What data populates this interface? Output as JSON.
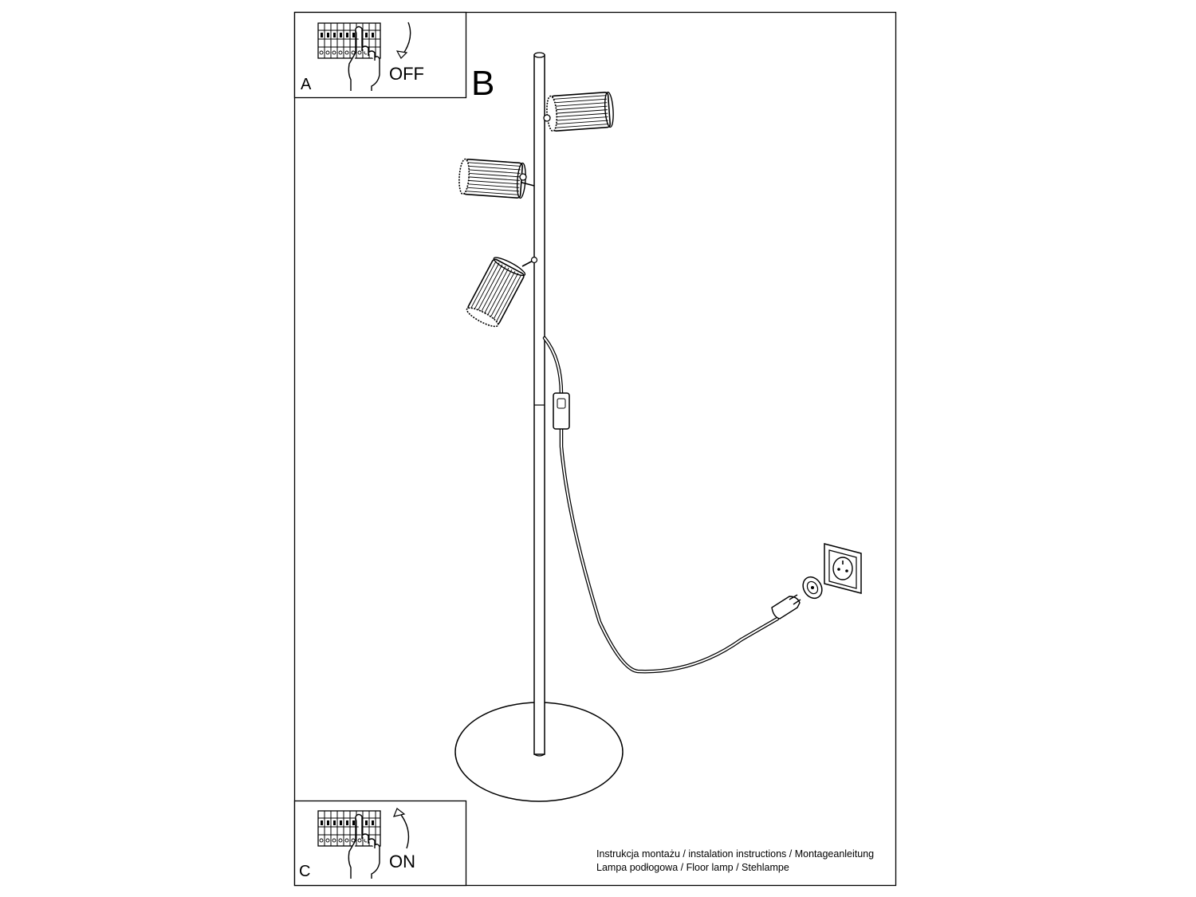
{
  "panel_a": {
    "letter": "A",
    "word": "OFF"
  },
  "panel_b": {
    "letter": "B"
  },
  "panel_c": {
    "letter": "C",
    "word": "ON"
  },
  "footer": {
    "line1": "Instrukcja montażu / instalation instructions / Montageanleitung",
    "line2": "Lampa podłogowa / Floor lamp / Stehlampe"
  }
}
